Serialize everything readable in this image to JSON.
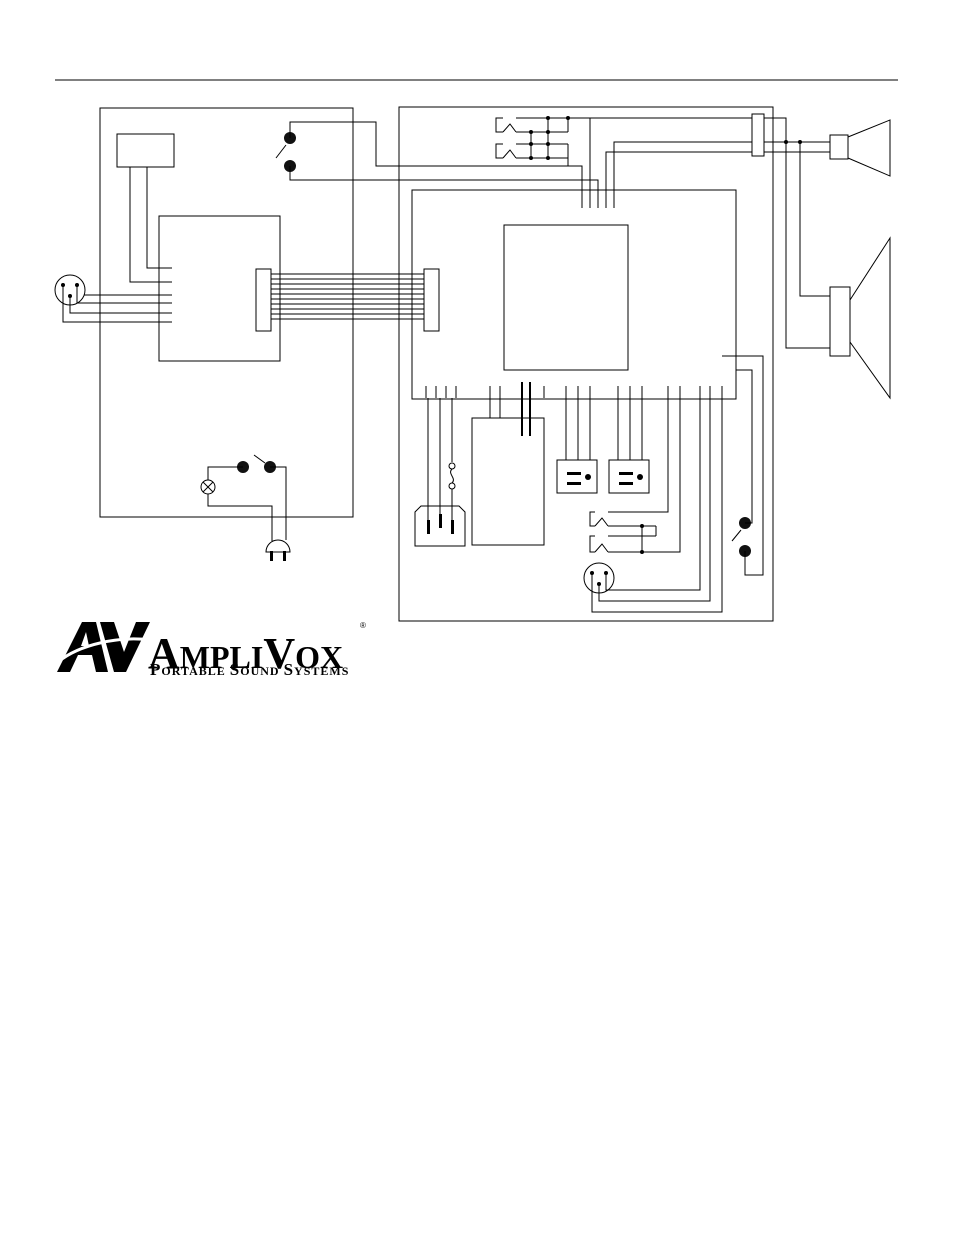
{
  "logo": {
    "brand_parts": [
      "A",
      "MPLI",
      "V",
      "OX"
    ],
    "registered": "®",
    "tagline_parts": [
      "P",
      "ORTABLE ",
      "S",
      "OUND ",
      "S",
      "YSTEMS"
    ]
  }
}
